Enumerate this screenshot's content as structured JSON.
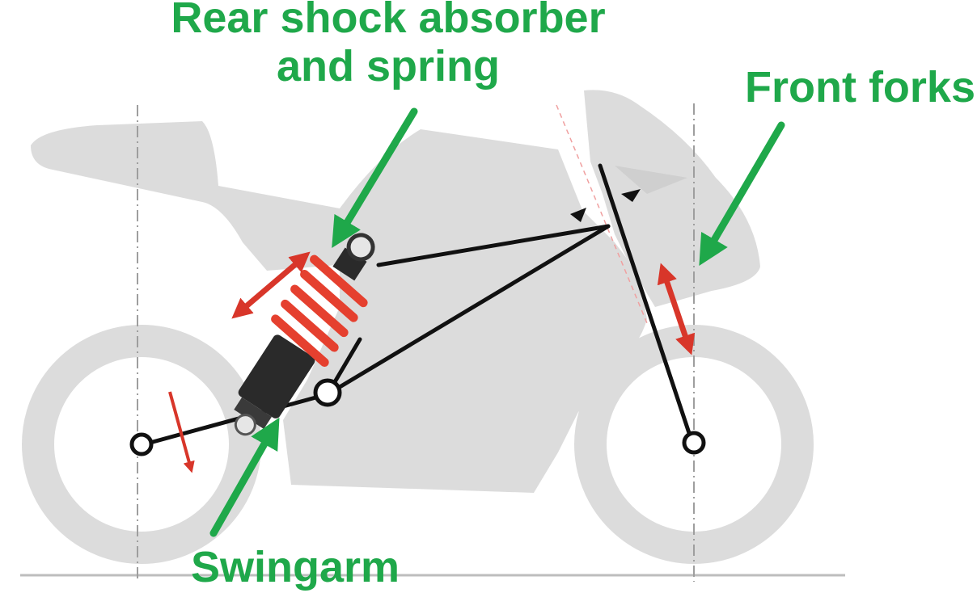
{
  "diagram": {
    "labels": {
      "shock_line1": "Rear shock absorber",
      "shock_line2": "and spring",
      "forks": "Front forks",
      "swingarm": "Swingarm"
    },
    "colors": {
      "label_text": "#1fa84a",
      "label_arrow": "#1fa84a",
      "motion_arrow": "#d8362a",
      "spring": "#e5402f",
      "silhouette": "#dcdcdc",
      "frame_lines": "#111111",
      "ground_line": "#bdbdbd"
    }
  }
}
